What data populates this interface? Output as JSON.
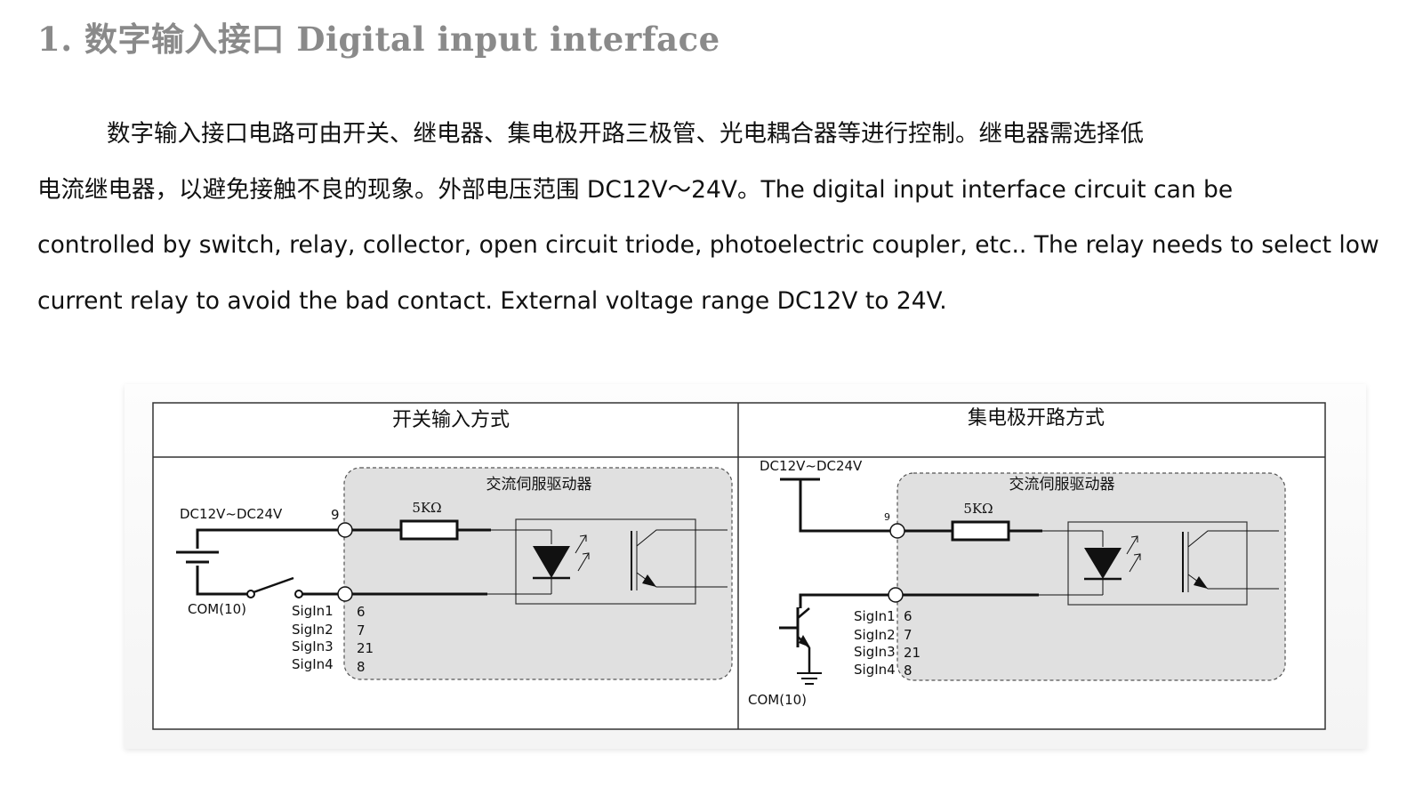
{
  "heading": "1.  数字输入接口 Digital input interface",
  "paragraph": {
    "lines": [
      "数字输入接口电路可由开关、继电器、集电极开路三极管、光电耦合器等进行控制。继电器需选择低",
      "电流继电器，以避免接触不良的现象。外部电压范围 DC12V～24V。The digital input interface circuit can be",
      "controlled by switch, relay, collector, open circuit triode, photoelectric coupler, etc.. The relay needs to select low",
      "current relay to avoid the bad contact. External voltage range DC12V to 24V."
    ]
  },
  "diagram": {
    "left": {
      "title": "开关输入方式",
      "driver_label": "交流伺服驱动器",
      "resistor_label": "5KΩ",
      "supply_label": "DC12V~DC24V",
      "pin_top": "9",
      "com_label": "COM(10)",
      "signals": [
        "SigIn1",
        "SigIn2",
        "SigIn3",
        "SigIn4"
      ],
      "pins": [
        "6",
        "7",
        "21",
        "8"
      ]
    },
    "right": {
      "title": "集电极开路方式",
      "driver_label": "交流伺服驱动器",
      "resistor_label": "5KΩ",
      "supply_label": "DC12V~DC24V",
      "pin_top": "9",
      "com_label": "COM(10)",
      "signals": [
        "SigIn1",
        "SigIn2",
        "SigIn3",
        "SigIn4"
      ],
      "pins": [
        "6",
        "7",
        "21",
        "8"
      ]
    }
  }
}
